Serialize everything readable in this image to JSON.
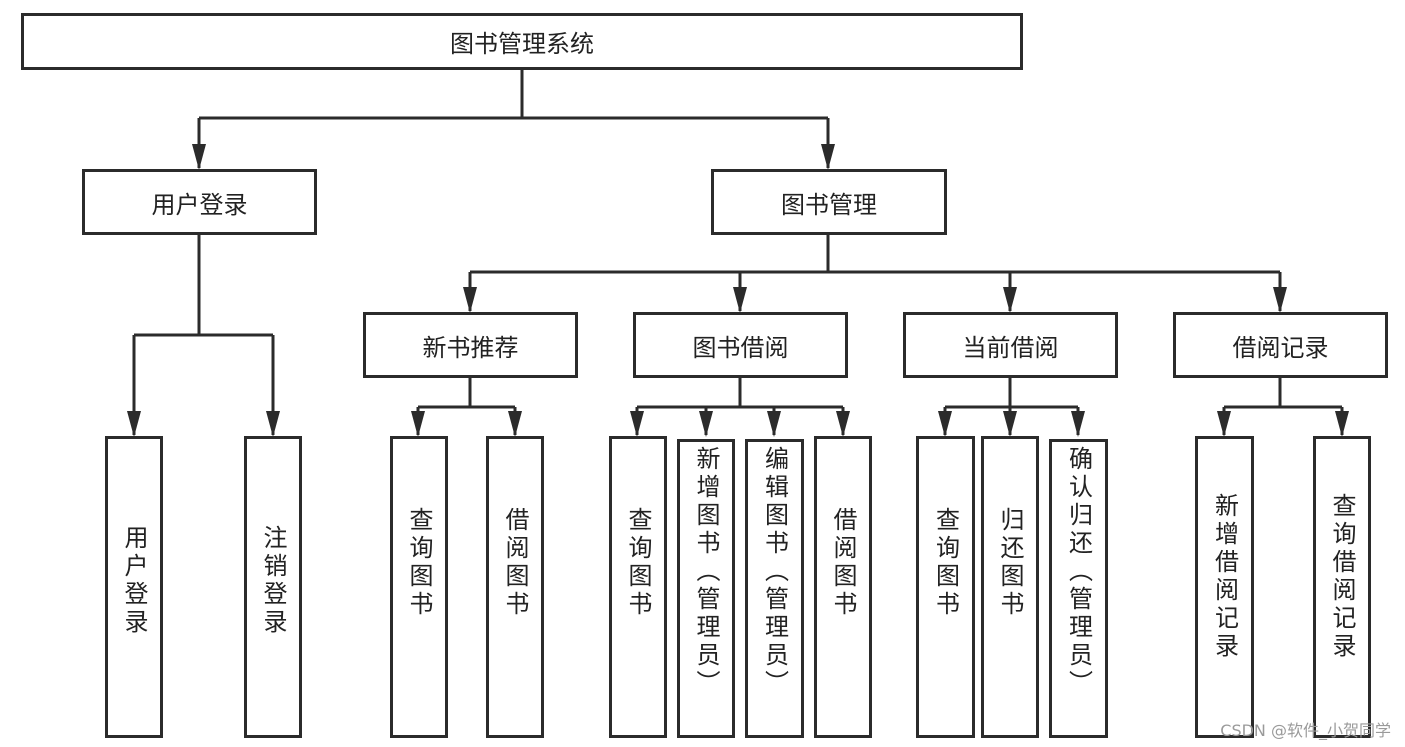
{
  "root": {
    "label": "图书管理系统"
  },
  "level1": [
    {
      "label": "用户登录"
    },
    {
      "label": "图书管理"
    }
  ],
  "level2": [
    {
      "label": "新书推荐"
    },
    {
      "label": "图书借阅"
    },
    {
      "label": "当前借阅"
    },
    {
      "label": "借阅记录"
    }
  ],
  "leaves": [
    {
      "label": "用户登录"
    },
    {
      "label": "注销登录"
    },
    {
      "label": "查询图书"
    },
    {
      "label": "借阅图书"
    },
    {
      "label": "查询图书"
    },
    {
      "label": "新增图书（管理员）"
    },
    {
      "label": "编辑图书（管理员）"
    },
    {
      "label": "借阅图书"
    },
    {
      "label": "查询图书"
    },
    {
      "label": "归还图书"
    },
    {
      "label": "确认归还（管理员）"
    },
    {
      "label": "新增借阅记录"
    },
    {
      "label": "查询借阅记录"
    }
  ],
  "watermark": "CSDN @软件_小贺同学",
  "colors": {
    "stroke": "#2b2b2b",
    "text": "#222222"
  }
}
